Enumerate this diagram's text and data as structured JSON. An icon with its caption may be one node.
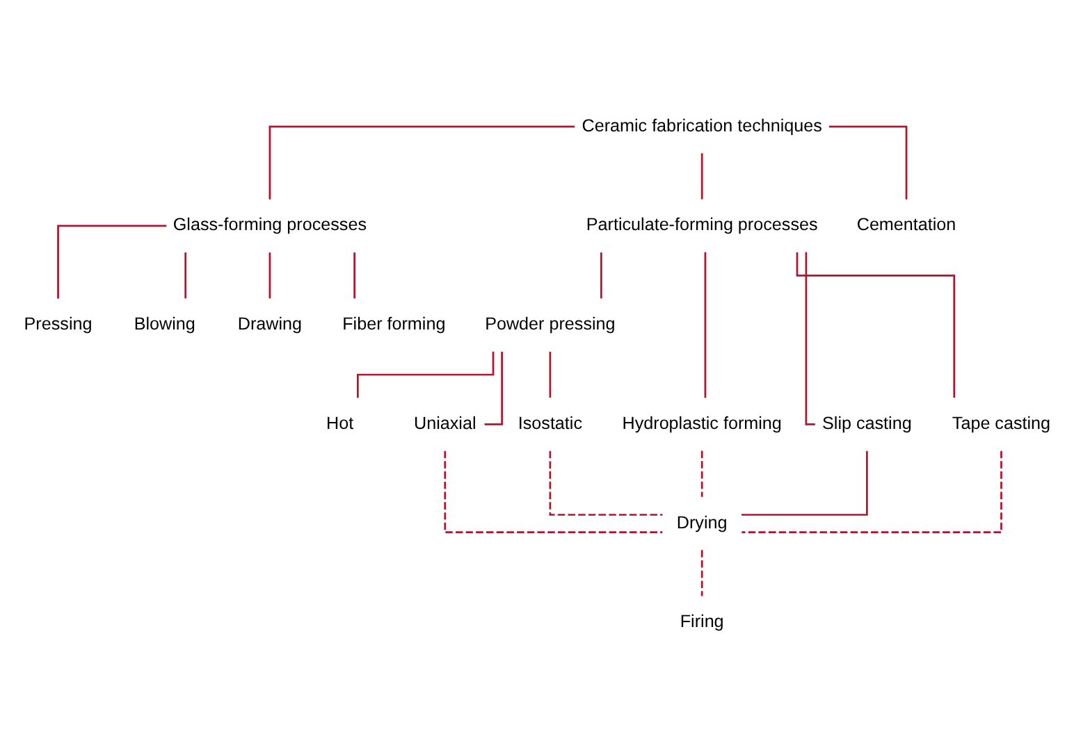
{
  "diagram": {
    "nodes": [
      {
        "text": [
          "Ceramic fabrication techniques"
        ]
      },
      {
        "text": [
          "Glass-forming processes"
        ]
      },
      {
        "text": [
          "Particulate-forming processes"
        ]
      },
      {
        "text": [
          "Cementation"
        ]
      },
      {
        "text": [
          "Pressing"
        ]
      },
      {
        "text": [
          "Blowing"
        ]
      },
      {
        "text": [
          "Drawing"
        ]
      },
      {
        "text": [
          "Fiber forming"
        ]
      },
      {
        "text": [
          "Powder pressing"
        ]
      },
      {
        "text": [
          "Hydroplastic forming"
        ]
      },
      {
        "text": [
          "Slip casting"
        ]
      },
      {
        "text": [
          "Tape casting"
        ]
      },
      {
        "text": [
          "Hot"
        ]
      },
      {
        "text": [
          "Uniaxial"
        ]
      },
      {
        "text": [
          "Isostatic"
        ]
      },
      {
        "text": [
          "Drying"
        ]
      },
      {
        "text": [
          "Firing"
        ]
      }
    ],
    "edges": [
      {
        "from": 0,
        "to": 1,
        "arrow": "none"
      },
      {
        "from": 0,
        "to": 2,
        "arrow": "none"
      },
      {
        "from": 0,
        "to": 3,
        "arrow": "none"
      },
      {
        "from": 1,
        "to": 4,
        "arrow": "none"
      },
      {
        "from": 1,
        "to": 5,
        "arrow": "none"
      },
      {
        "from": 1,
        "to": 6,
        "arrow": "none"
      },
      {
        "from": 1,
        "to": 7,
        "arrow": "none"
      },
      {
        "from": 2,
        "to": 8,
        "arrow": "none"
      },
      {
        "from": 2,
        "to": 9,
        "arrow": "none"
      },
      {
        "from": 2,
        "to": 10,
        "arrow": "none"
      },
      {
        "from": 2,
        "to": 11,
        "arrow": "none"
      },
      {
        "from": 8,
        "to": 12,
        "arrow": "none"
      },
      {
        "from": 8,
        "to": 13,
        "arrow": "none"
      },
      {
        "from": 8,
        "to": 14,
        "arrow": "none"
      },
      {
        "from": 13,
        "to": 15,
        "arrow": "none",
        "style": "dashed"
      },
      {
        "from": 14,
        "to": 15,
        "arrow": "none",
        "style": "dashed"
      },
      {
        "from": 9,
        "to": 15,
        "arrow": "none",
        "style": "dashed"
      },
      {
        "from": 10,
        "to": 15,
        "arrow": "none"
      },
      {
        "from": 11,
        "to": 15,
        "arrow": "none",
        "style": "dashed"
      },
      {
        "from": 15,
        "to": 16,
        "arrow": "none",
        "style": "dashed"
      }
    ]
  }
}
